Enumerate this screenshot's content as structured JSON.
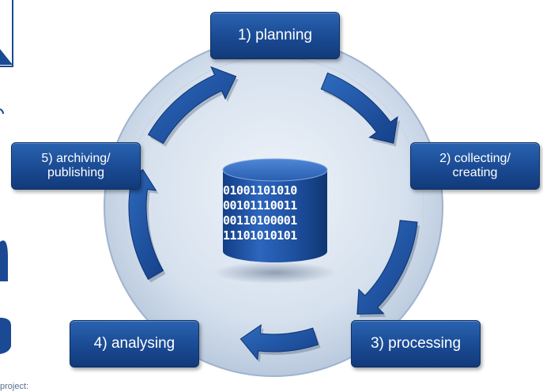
{
  "stages": [
    {
      "label": "1) planning"
    },
    {
      "label": "2) collecting/\ncreating"
    },
    {
      "label": "3) processing"
    },
    {
      "label": "4) analysing"
    },
    {
      "label": "5) archiving/\npublishing"
    }
  ],
  "database": {
    "binary_lines": [
      "01001101010",
      "00101110011",
      "00110100001",
      "11101010101"
    ]
  },
  "footer_fragment": "project:",
  "colors": {
    "box_blue": "#1a4a93",
    "arrow_blue": "#1d56a6",
    "disc_light": "#dce6f1",
    "disc_ring": "#8fa6c4"
  }
}
